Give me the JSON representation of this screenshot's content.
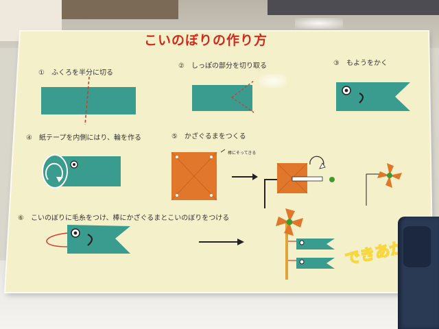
{
  "title": "こいのぼりの作り方",
  "steps": [
    {
      "num": "①",
      "text": "ふくろを半分に切る"
    },
    {
      "num": "②",
      "text": "しっぽの部分を切り取る"
    },
    {
      "num": "③",
      "text": "もようをかく"
    },
    {
      "num": "④",
      "text": "紙テープを内側にはり、輪を作る"
    },
    {
      "num": "⑤",
      "text": "かざぐるまをつくる"
    },
    {
      "num": "⑥",
      "text": "こいのぼりに毛糸をつけ、棒にかざぐるまとこいのぼりをつける"
    }
  ],
  "note": "棒にそってきる",
  "sticker_text": "できあがり",
  "colors": {
    "board": "#f4f0c9",
    "title_red": "#d22a1e",
    "teal": "#3a9c8e",
    "orange": "#e0772a",
    "green": "#3f9b2f",
    "cut_line": "#d83a2a"
  }
}
